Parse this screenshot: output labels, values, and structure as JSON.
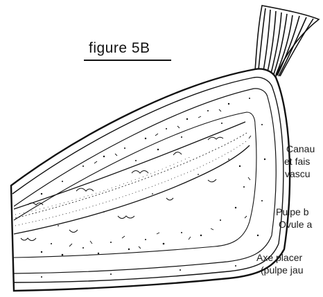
{
  "figure": {
    "title": "figure 5B",
    "labels": [
      {
        "id": "canaux",
        "lines": [
          "Canau",
          "et fais",
          "vascu"
        ]
      },
      {
        "id": "pulpe",
        "lines": [
          "Pulpe b",
          "Ovule a"
        ]
      },
      {
        "id": "axe",
        "lines": [
          "Axe placer",
          "(pulpe jau"
        ]
      }
    ]
  }
}
